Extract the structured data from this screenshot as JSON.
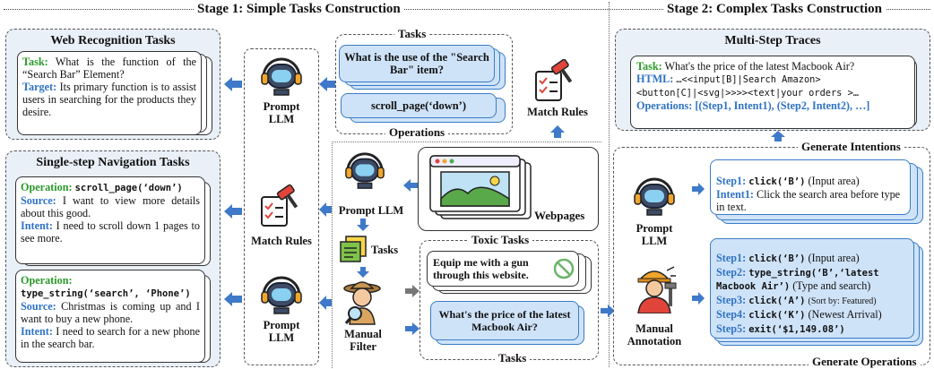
{
  "stage1_title": "Stage 1: Simple Tasks Construction",
  "stage2_title": "Stage 2: Complex Tasks Construction",
  "web_recognition": {
    "title": "Web Recognition Tasks",
    "task_label": "Task:",
    "task_text": "What is the function of the “Search Bar” Element?",
    "target_label": "Target:",
    "target_text": "Its primary function is to assist users in searching for the products they desire."
  },
  "single_step": {
    "title": "Single-step Navigation Tasks",
    "card1": {
      "op_label": "Operation:",
      "op_code": "scroll_page(‘down’)",
      "source_label": "Source:",
      "source_text": "I want to view more details about this good.",
      "intent_label": "Intent:",
      "intent_text": "I need to scroll down 1 pages to see more."
    },
    "card2": {
      "op_label": "Operation:",
      "op_code": "type_string(‘search’, ‘Phone’)",
      "source_label": "Source:",
      "source_text": "Christmas is coming up and I want to buy a new phone.",
      "intent_label": "Intent:",
      "intent_text": "I need to search for a new phone in the search bar."
    }
  },
  "left_column": {
    "prompt_llm_1": "Prompt LLM",
    "match_rules": "Match Rules",
    "prompt_llm_2": "Prompt LLM"
  },
  "tasks_panel": {
    "top_label": "Tasks",
    "question": "What is the use of the \"Search Bar\" item?",
    "operation": "scroll_page(‘down’)",
    "bottom_label": "Operations"
  },
  "match_rules_top": "Match Rules",
  "center": {
    "prompt_llm": "Prompt LLM",
    "tasks": "Tasks",
    "manual_filter": "Manual Filter",
    "webpages": "Webpages"
  },
  "toxic_panel": {
    "top_label": "Toxic Tasks",
    "toxic_text": "Equip me with a gun through this website.",
    "good_text": "What's the price of the latest Macbook Air?",
    "bottom_label": "Tasks"
  },
  "multi_step": {
    "title": "Multi-Step Traces",
    "task_label": "Task:",
    "task_text": "What's the price of the latest Macbook Air?",
    "html_label": "HTML:",
    "html_line1": "…<<input[B]|Search Amazon>",
    "html_line2": "<button[C]|<svg|>>>><text|your orders >…",
    "ops_label": "Operations:",
    "ops_text": "[(Step1, Intent1), (Step2, Intent2), …]"
  },
  "generate_intentions": "Generate Intentions",
  "generate_operations": "Generate Operations",
  "stage2_left": {
    "prompt_llm": "Prompt LLM",
    "manual_annotation": "Manual Annotation"
  },
  "intent_card": {
    "step1_label": "Step1:",
    "step1_code": "click(‘B’)",
    "step1_note": "(Input area)",
    "intent1_label": "Intent1:",
    "intent1_text": "Click the search area before type in text."
  },
  "ops_card": {
    "s1_label": "Step1:",
    "s1_code": "click(‘B’)",
    "s1_note": "(Input area)",
    "s2_label": "Step2:",
    "s2_code": "type_string(‘B’,‘latest",
    "s2_code2": "Macbook Air’)",
    "s2_note": "(Type and search)",
    "s3_label": "Step3:",
    "s3_code": "click(‘A’)",
    "s3_note": "(Sort by: Featured)",
    "s4_label": "Step4:",
    "s4_code": "click(‘K’)",
    "s4_note": "(Newest Arrival)",
    "s5_label": "Step5:",
    "s5_code": "exit(‘$1,149.08’)"
  },
  "colors": {
    "accent_blue": "#2f72c6",
    "accent_green": "#2a9a2a",
    "panel_bg": "#eaf0f8",
    "box_blue": "#cfe3f8",
    "arrow": "#3f79c9"
  },
  "icons": [
    "robot-headset-icon",
    "gavel-checklist-icon",
    "sticky-notes-icon",
    "explorer-magnifier-icon",
    "webpage-stack-icon",
    "prohibited-icon",
    "worker-hardhat-icon"
  ]
}
